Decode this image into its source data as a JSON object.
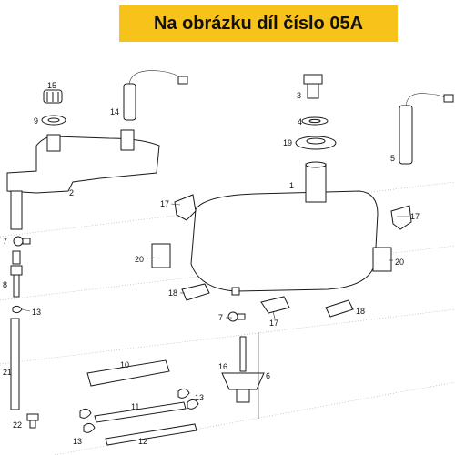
{
  "banner": {
    "text": "Na obrázku díl číslo 05A",
    "color": "#f7c21a"
  },
  "labels": [
    {
      "id": "l1",
      "text": "1"
    },
    {
      "id": "l2",
      "text": "2"
    },
    {
      "id": "l3",
      "text": "3"
    },
    {
      "id": "l4",
      "text": "4"
    },
    {
      "id": "l5",
      "text": "5"
    },
    {
      "id": "l6",
      "text": "6"
    },
    {
      "id": "l7a",
      "text": "7"
    },
    {
      "id": "l7b",
      "text": "7"
    },
    {
      "id": "l8",
      "text": "8"
    },
    {
      "id": "l9",
      "text": "9"
    },
    {
      "id": "l10",
      "text": "10"
    },
    {
      "id": "l11",
      "text": "11"
    },
    {
      "id": "l12",
      "text": "12"
    },
    {
      "id": "l13a",
      "text": "13"
    },
    {
      "id": "l13b",
      "text": "13"
    },
    {
      "id": "l13c",
      "text": "13"
    },
    {
      "id": "l14",
      "text": "14"
    },
    {
      "id": "l15",
      "text": "15"
    },
    {
      "id": "l16",
      "text": "16"
    },
    {
      "id": "l17a",
      "text": "17"
    },
    {
      "id": "l17b",
      "text": "17"
    },
    {
      "id": "l17c",
      "text": "17"
    },
    {
      "id": "l18a",
      "text": "18"
    },
    {
      "id": "l18b",
      "text": "18"
    },
    {
      "id": "l19",
      "text": "19"
    },
    {
      "id": "l20a",
      "text": "20"
    },
    {
      "id": "l20b",
      "text": "20"
    },
    {
      "id": "l21",
      "text": "21"
    },
    {
      "id": "l22",
      "text": "22"
    }
  ]
}
